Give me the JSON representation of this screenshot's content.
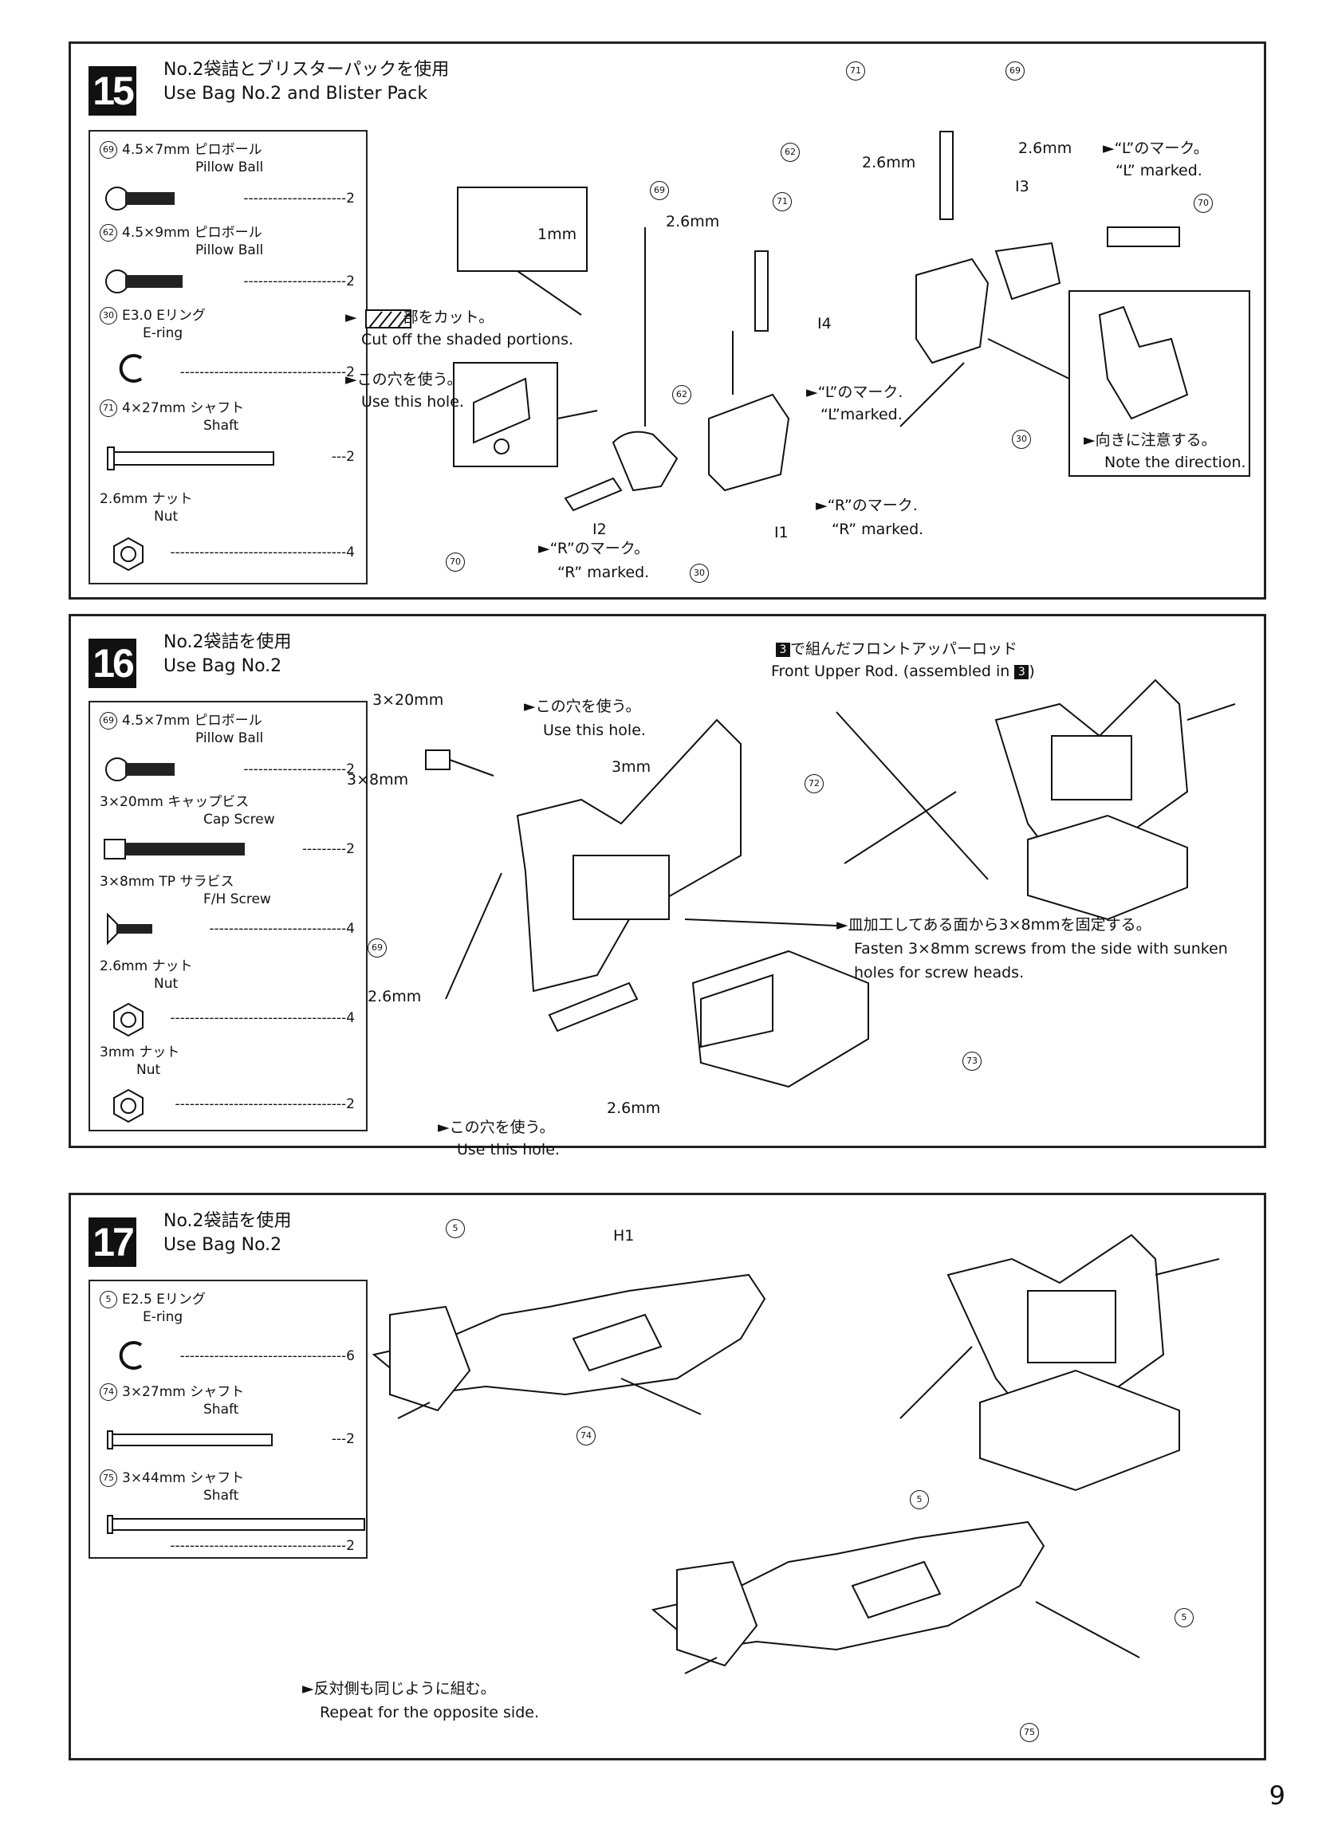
{
  "page_number": "9",
  "steps": [
    {
      "number": "15",
      "title_ja": "No.2袋詰とブリスターパックを使用",
      "title_en": "Use Bag No.2 and Blister Pack",
      "parts": [
        {
          "id": "69",
          "spec": "4.5×7mm ピロボール",
          "name_en": "Pillow Ball",
          "qty": "2"
        },
        {
          "id": "62",
          "spec": "4.5×9mm ピロボール",
          "name_en": "Pillow Ball",
          "qty": "2"
        },
        {
          "id": "30",
          "spec": "E3.0 Eリング",
          "name_en": "E-ring",
          "qty": "2"
        },
        {
          "id": "71",
          "spec": "4×27mm シャフト",
          "name_en": "Shaft",
          "qty": "2"
        },
        {
          "id": "",
          "spec": "2.6mm ナット",
          "name_en": "Nut",
          "qty": "4"
        }
      ],
      "notes": {
        "cut_ja": "部をカット。",
        "cut_en": "Cut off the shaded portions.",
        "hole_ja": "この穴を使う。",
        "hole_en": "Use this hole.",
        "mm1": "1mm",
        "mm26a": "2.6mm",
        "mm26b": "2.6mm",
        "mm26c": "2.6mm",
        "l_mark_ja": "“L”のマーク。",
        "l_mark_en": "“L” marked.",
        "l_mark2_ja": "“L”のマーク.",
        "l_mark2_en": "“L”marked.",
        "r_mark_ja": "“R”のマーク.",
        "r_mark_en": "“R” marked.",
        "r_mark2_ja": "“R”のマーク。",
        "r_mark2_en": "“R” marked.",
        "dir_ja": "向きに注意する。",
        "dir_en": "Note the direction.",
        "i1": "I1",
        "i2": "I2",
        "i3": "I3",
        "i4": "I4"
      }
    },
    {
      "number": "16",
      "title_ja": "No.2袋詰を使用",
      "title_en": "Use Bag No.2",
      "parts": [
        {
          "id": "69",
          "spec": "4.5×7mm ピロボール",
          "name_en": "Pillow Ball",
          "qty": "2"
        },
        {
          "id": "",
          "spec": "3×20mm キャップビス",
          "name_en": "Cap Screw",
          "qty": "2"
        },
        {
          "id": "",
          "spec": "3×8mm TP サラビス",
          "name_en": "F/H Screw",
          "qty": "4"
        },
        {
          "id": "",
          "spec": "2.6mm ナット",
          "name_en": "Nut",
          "qty": "4"
        },
        {
          "id": "",
          "spec": "3mm ナット",
          "name_en": "Nut",
          "qty": "2"
        }
      ],
      "notes": {
        "rod_ja": "で組んだフロントアッパーロッド",
        "rod_step": "3",
        "rod_en": "Front Upper Rod. (assembled in",
        "rod_en_end": ")",
        "s320": "3×20mm",
        "s38": "3×8mm",
        "m3": "3mm",
        "m26a": "2.6mm",
        "m26b": "2.6mm",
        "hole_ja": "この穴を使う。",
        "hole_en": "Use this hole.",
        "hole2_ja": "この穴を使う。",
        "hole2_en": "Use this hole.",
        "fasten_ja": "皿加工してある面から3×8mmを固定する。",
        "fasten_en1": "Fasten 3×8mm screws from the side with sunken",
        "fasten_en2": "holes for screw heads."
      }
    },
    {
      "number": "17",
      "title_ja": "No.2袋詰を使用",
      "title_en": "Use Bag No.2",
      "parts": [
        {
          "id": "5",
          "spec": "E2.5 Eリング",
          "name_en": "E-ring",
          "qty": "6"
        },
        {
          "id": "74",
          "spec": "3×27mm シャフト",
          "name_en": "Shaft",
          "qty": "2"
        },
        {
          "id": "75",
          "spec": "3×44mm シャフト",
          "name_en": "Shaft",
          "qty": "2"
        }
      ],
      "notes": {
        "h1": "H1",
        "repeat_ja": "反対側も同じように組む。",
        "repeat_en": "Repeat for the opposite side."
      }
    }
  ],
  "callouts": [
    "71",
    "69",
    "62",
    "70",
    "69",
    "71",
    "62",
    "70",
    "30",
    "30",
    "72",
    "69",
    "73",
    "5",
    "74",
    "5",
    "5",
    "75"
  ]
}
